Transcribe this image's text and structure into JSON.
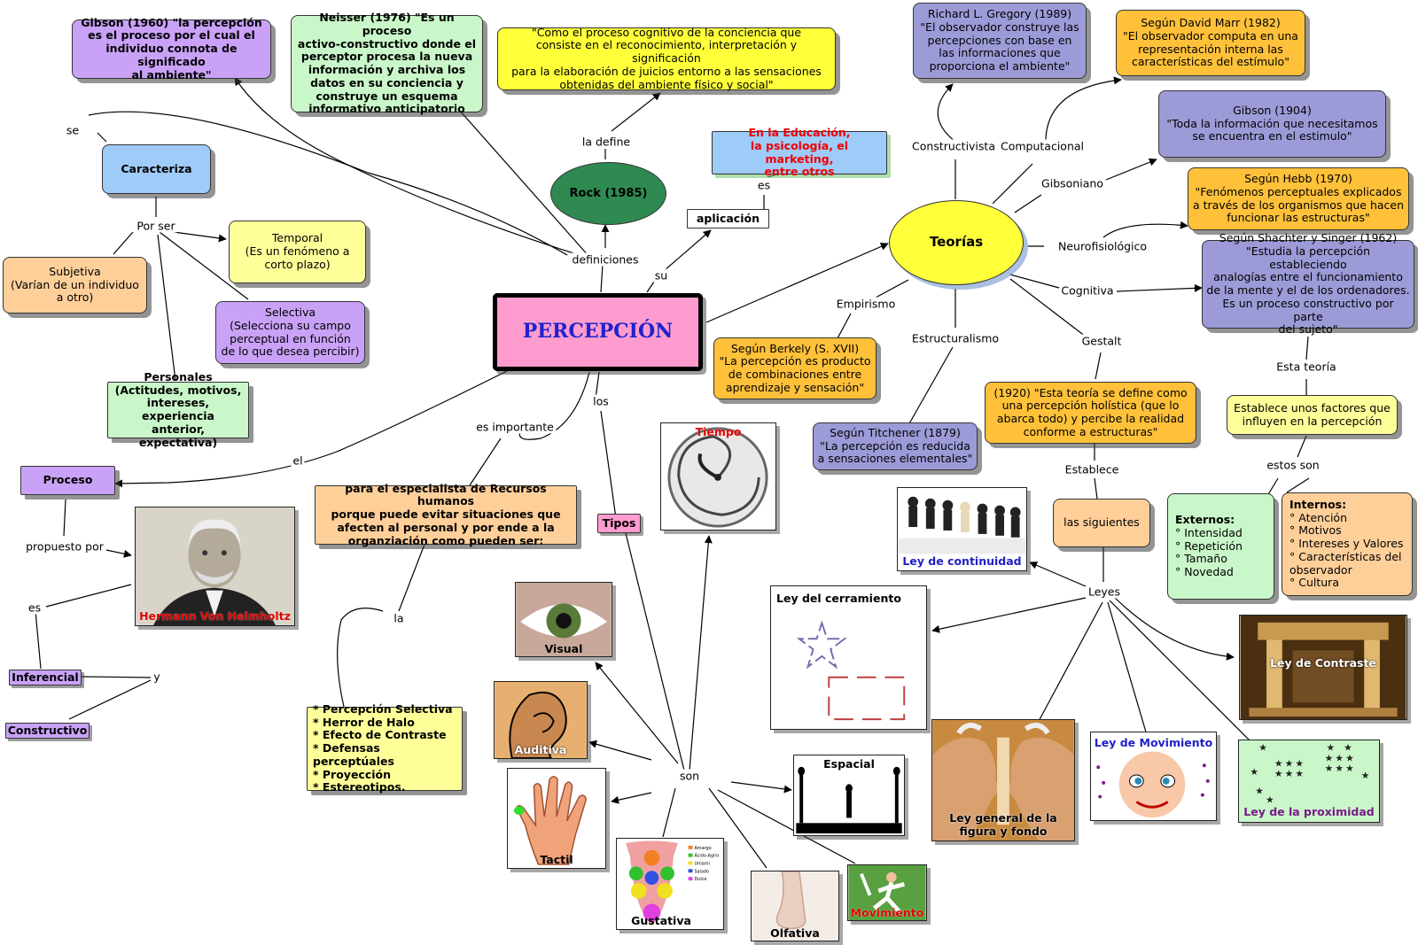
{
  "colors": {
    "lavender": "#c9a2f7",
    "violet": "#9c9bd8",
    "green": "#c9f7c9",
    "yellow": "#ffff3a",
    "lightyellow": "#ffff9a",
    "orange": "#ffc13a",
    "peach": "#ffcf9a",
    "blue": "#9fcbf9",
    "pink": "#ff9ccf",
    "darkgreen": "#2f8a52",
    "center_border": "#000000",
    "center_text": "#2222cc",
    "red_text": "#ee0000"
  },
  "center": {
    "title": "PERCEPCIÓN"
  },
  "nodes": {
    "rock": "Rock (1985)",
    "teorias": "Teorías",
    "gibson1960": "Gibson (1960) \"la percepción\nes el proceso por el cual el\nindividuo connota de significado\nal ambiente\"",
    "neisser": "Neisser (1976) \"Es un proceso\nactivo-constructivo donde el\nperceptor procesa la nueva\ninformación y archiva los\ndatos en su conciencia y\nconstruye un esquema\ninformativo anticipatorio",
    "definicion": "\"Como el proceso cognitivo de la conciencia que\nconsiste en el reconocimiento, interpretación y significación\npara la elaboración de juicios entorno a las sensaciones\nobtenidas del ambiente físico y social\"",
    "educacion": "En la Educación,\nla psicología, el marketing,\nentre otros",
    "aplicacion": "aplicación",
    "caracteriza": "Caracteriza",
    "temporal": "Temporal\n(Es un fenómeno a\ncorto plazo)",
    "subjetiva": "Subjetiva\n(Varían de un individuo\na otro)",
    "selectiva": "Selectiva\n(Selecciona su campo\nperceptual en función\nde lo que desea percibir)",
    "personales": "Personales\n(Actitudes, motivos,\nintereses, experiencia\nanterior, expectativa)",
    "proceso": "Proceso",
    "inferencial": "Inferencial",
    "constructivo": "Constructivo",
    "rrhh": "para el especialista de Recursos humanos\nporque puede evitar situaciones que\nafecten al personal y por ende a la\norganziación como pueden ser:",
    "errores": "* Percepción Selectiva\n* Herror de Halo\n* Efecto de Contraste\n* Defensas perceptúales\n* Proyección\n* Estereotipos.",
    "tipos": "Tipos",
    "gregory": "Richard L. Gregory (1989)\n\"El observador construye las\npercepciones con base en\nlas informaciones que\nproporciona el ambiente\"",
    "marr": "Según David Marr (1982)\n\"El observador computa en una\nrepresentación interna las\ncaracterísticas del estímulo\"",
    "gibson1904": "Gibson (1904)\n\"Toda la información que necesitamos\nse encuentra en el estimulo\"",
    "hebb": "Según Hebb (1970)\n\"Fenómenos perceptuales explicados\na través de los organismos que hacen\nfuncionar las estructuras\"",
    "schachter": "Según Shachter y Singer (1962)\n\"Estudia la percepción estableciendo\nanalogías entre el funcionamiento\nde la mente y el de los ordenadores.\nEs un proceso constructivo por parte\ndel sujeto\"",
    "berkely": "Según Berkely (S. XVII)\n\"La percepción es producto\nde combinaciones entre\naprendizaje y sensación\"",
    "titchener": "Según Titchener (1879)\n\"La percepción es reducida\na sensaciones elementales\"",
    "gestalt1920": "(1920) \"Esta teoría se define como\nuna percepción holística (que lo\nabarca todo) y percibe la realidad\nconforme a estructuras\"",
    "factores": "Establece unos factores que\ninfluyen en la percepción",
    "siguientes": "las siguientes",
    "externos": {
      "title": "Externos:",
      "items": [
        "Intensidad",
        "Repetición",
        "Tamaño",
        "Novedad"
      ]
    },
    "internos": {
      "title": "Internos:",
      "items": [
        "Atención",
        "Motivos",
        "Intereses y Valores",
        "Características del observador",
        "Cultura"
      ]
    }
  },
  "images": {
    "helmholtz": "Hermann Von Helmholtz",
    "tiempo": "Tiempo",
    "visual": "Visual",
    "auditiva": "Auditiva",
    "tactil": "Tactil",
    "gustativa": "Gustativa",
    "olfativa": "Olfativa",
    "movimiento": "Movimiento",
    "espacial": "Espacial",
    "continuidad": "Ley de continuidad",
    "cerramiento": "Ley del cerramiento",
    "contraste": "Ley de Contraste",
    "figura": "Ley general de la\nfigura y fondo",
    "ley_mov": "Ley de Movimiento",
    "proximidad": "Ley de la proximidad",
    "taste_legend": [
      "Amargo",
      "Ácido-Agrio",
      "Umami",
      "Salado",
      "Dulce"
    ]
  },
  "links": {
    "se": "se",
    "por_ser": "Por ser",
    "la_define": "la define",
    "es": "es",
    "su": "su",
    "definiciones": "definiciones",
    "el": "el",
    "propuesto_por": "propuesto por",
    "es2": "es",
    "y": "y",
    "es_importante": "es importante",
    "los": "los",
    "la": "la",
    "son": "son",
    "constructivista": "Constructivista",
    "computacional": "Computacional",
    "gibsoniano": "Gibsoniano",
    "neurofisiologico": "Neurofisiológico",
    "cognitiva": "Cognitiva",
    "empirismo": "Empirismo",
    "estructuralismo": "Estructuralismo",
    "gestalt": "Gestalt",
    "esta_teoria": "Esta teoría",
    "estos_son": "estos son",
    "establece": "Establece",
    "leyes": "Leyes"
  }
}
